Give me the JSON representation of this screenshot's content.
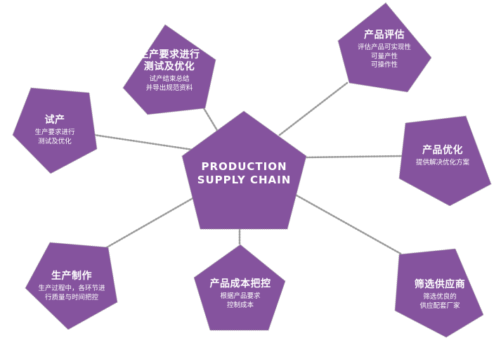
{
  "diagram": {
    "accent_color": "#85539e",
    "connector_color": "#9a9a9a",
    "center": {
      "title_lines": [
        "PRODUCTION",
        "SUPPLY CHAIN"
      ]
    },
    "nodes": [
      {
        "id": "trial-optimization",
        "title_lines": [
          "生产要求进行",
          "测试及优化"
        ],
        "desc_lines": [
          "试产结束总结",
          "并导出规范资料"
        ]
      },
      {
        "id": "product-evaluation",
        "title_lines": [
          "产品评估"
        ],
        "desc_lines": [
          "评估产品可实现性",
          "可量产性",
          "可操作性"
        ]
      },
      {
        "id": "trial-production",
        "title_lines": [
          "试产"
        ],
        "desc_lines": [
          "生产要求进行",
          "测试及优化"
        ]
      },
      {
        "id": "product-optimization",
        "title_lines": [
          "产品优化"
        ],
        "desc_lines": [
          "提供解决优化方案"
        ]
      },
      {
        "id": "manufacturing",
        "title_lines": [
          "生产制作"
        ],
        "desc_lines": [
          "生产过程中，各环节进",
          "行质量与时间把控"
        ]
      },
      {
        "id": "cost-control",
        "title_lines": [
          "产品成本把控"
        ],
        "desc_lines": [
          "根据产品要求",
          "控制成本"
        ]
      },
      {
        "id": "supplier-selection",
        "title_lines": [
          "筛选供应商"
        ],
        "desc_lines": [
          "筛选优良的",
          "供应配套厂家"
        ]
      }
    ]
  }
}
